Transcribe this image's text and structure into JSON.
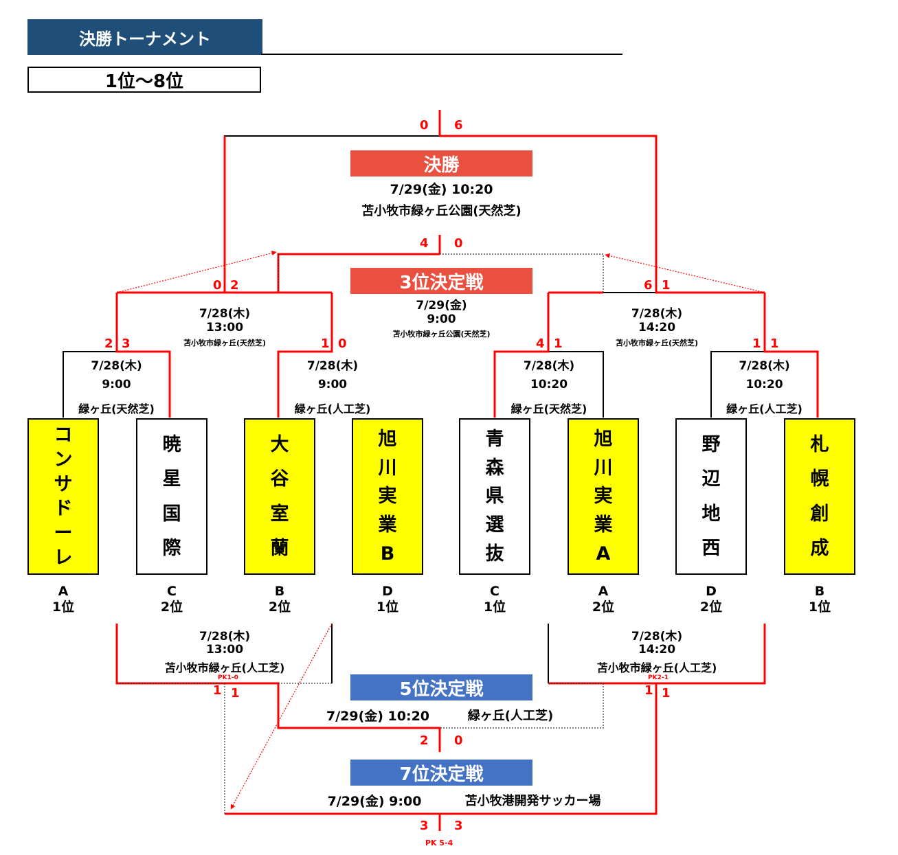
{
  "header": {
    "title": "決勝トーナメント",
    "subtitle": "1位〜8位"
  },
  "teams": [
    {
      "name": [
        "コ",
        "ン",
        "サ",
        "ド",
        "ー",
        "レ"
      ],
      "seed_group": "A",
      "seed_rank": "1位",
      "highlight": true
    },
    {
      "name": [
        "暁",
        "星",
        "国",
        "際"
      ],
      "seed_group": "C",
      "seed_rank": "2位",
      "highlight": false
    },
    {
      "name": [
        "大",
        "谷",
        "室",
        "蘭"
      ],
      "seed_group": "B",
      "seed_rank": "2位",
      "highlight": true
    },
    {
      "name": [
        "旭",
        "川",
        "実",
        "業",
        "B"
      ],
      "seed_group": "D",
      "seed_rank": "1位",
      "highlight": true
    },
    {
      "name": [
        "青",
        "森",
        "県",
        "選",
        "抜"
      ],
      "seed_group": "C",
      "seed_rank": "1位",
      "highlight": false
    },
    {
      "name": [
        "旭",
        "川",
        "実",
        "業",
        "A"
      ],
      "seed_group": "A",
      "seed_rank": "2位",
      "highlight": true
    },
    {
      "name": [
        "野",
        "辺",
        "地",
        "西"
      ],
      "seed_group": "D",
      "seed_rank": "2位",
      "highlight": false
    },
    {
      "name": [
        "札",
        "幌",
        "創",
        "成"
      ],
      "seed_group": "B",
      "seed_rank": "1位",
      "highlight": true
    }
  ],
  "r1": [
    {
      "date": "7/28(木)",
      "time": "9:00",
      "venue": "緑ヶ丘(天然芝)",
      "score_l": "2",
      "score_r": "3"
    },
    {
      "date": "7/28(木)",
      "time": "9:00",
      "venue": "緑ヶ丘(人工芝)",
      "score_l": "1",
      "score_r": "0"
    },
    {
      "date": "7/28(木)",
      "time": "10:20",
      "venue": "緑ヶ丘(天然芝)",
      "score_l": "4",
      "score_r": "1"
    },
    {
      "date": "7/28(木)",
      "time": "10:20",
      "venue": "緑ヶ丘(人工芝)",
      "score_l": "1",
      "score_r": "1"
    }
  ],
  "semis": [
    {
      "date": "7/28(木)",
      "time": "13:00",
      "venue": "苫小牧市緑ヶ丘(天然芝)",
      "score_l": "0",
      "score_r": "2"
    },
    {
      "date": "7/28(木)",
      "time": "14:20",
      "venue": "苫小牧市緑ヶ丘(天然芝)",
      "score_l": "6",
      "score_r": "1"
    }
  ],
  "final": {
    "label": "決勝",
    "datetime": "7/29(金)  10:20",
    "venue": "苫小牧市緑ヶ丘公園(天然芝)",
    "score_l": "0",
    "score_r": "6"
  },
  "third": {
    "label": "3位決定戦",
    "date": "7/29(金)",
    "time": "9:00",
    "venue": "苫小牧市緑ヶ丘公園(天然芝)",
    "score_l": "4",
    "score_r": "0"
  },
  "cons": [
    {
      "date": "7/28(木)",
      "time": "13:00",
      "venue": "苫小牧市緑ヶ丘(人工芝)",
      "pk": "PK1-0",
      "score_l": "1",
      "score_r": "1"
    },
    {
      "date": "7/28(木)",
      "time": "14:20",
      "venue": "苫小牧市緑ヶ丘(人工芝)",
      "pk": "PK2-1",
      "score_l": "1",
      "score_r": "1"
    }
  ],
  "fifth": {
    "label": "5位決定戦",
    "datetime": "7/29(金)  10:20",
    "venue": "緑ヶ丘(人工芝)",
    "score_l": "2",
    "score_r": "0"
  },
  "seventh": {
    "label": "7位決定戦",
    "datetime": "7/29(金)  9:00",
    "venue": "苫小牧港開発サッカー場",
    "score_l": "3",
    "score_r": "3",
    "pk": "PK 5-4"
  },
  "colors": {
    "title_bg": "#1f4e79",
    "win_line": "#ff0000",
    "highlight": "#ffff00",
    "banner_red": "#e9503f",
    "banner_blue": "#4472c4"
  }
}
